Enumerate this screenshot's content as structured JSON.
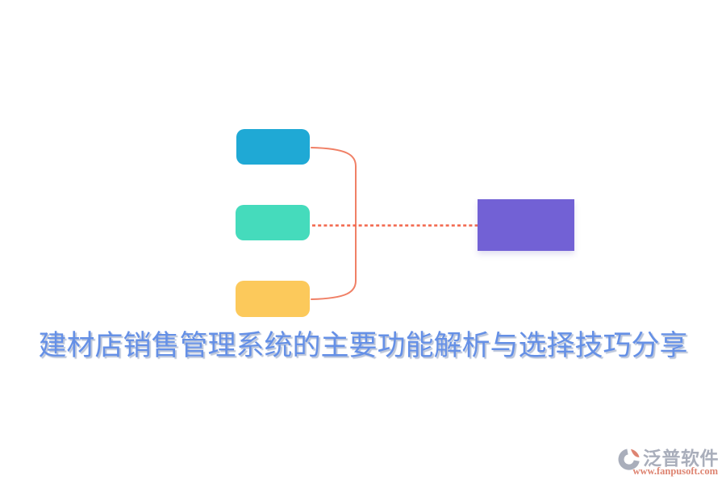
{
  "title": {
    "text": "建材店销售管理系统的主要功能解析与选择技巧分享",
    "color": "#6590E6"
  },
  "mindmap": {
    "nodes": [
      {
        "id": "branch-top",
        "color": "#1FA9D5"
      },
      {
        "id": "branch-middle",
        "color": "#45DBBC"
      },
      {
        "id": "branch-bottom",
        "color": "#FCC95B"
      },
      {
        "id": "root",
        "color": "#7261D5"
      }
    ],
    "solid_connector_color": "#F08066",
    "dotted_connector_color": "#F2654A"
  },
  "watermark": {
    "brand": "泛普软件",
    "url": "www.fanpusoft.com",
    "brand_color": "#A9AEBB",
    "accent_color": "#DE8471"
  }
}
